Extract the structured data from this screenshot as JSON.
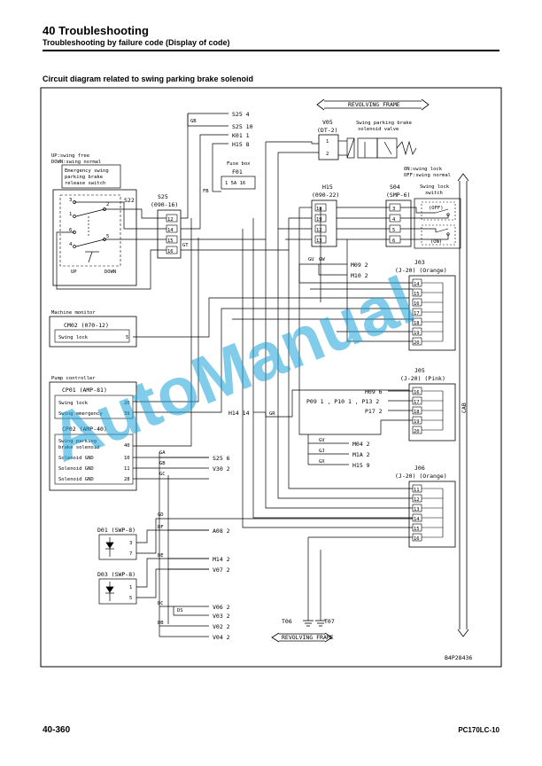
{
  "header": {
    "title": "40 Troubleshooting",
    "subtitle": "Troubleshooting by failure code (Display of code)"
  },
  "section_title": "Circuit diagram related to swing parking brake solenoid",
  "footer": {
    "page": "40-360",
    "model": "PC170LC-10"
  },
  "watermark": "AutoManual",
  "diagram": {
    "drawing_no": "B4P28436",
    "cab_label": "CAB",
    "revolving_frame_top": "REVOLVING FRAME",
    "revolving_frame_bottom": "REVOLVING FRAME",
    "switch_note": [
      "UP:swing free",
      "DOWN:swing normal"
    ],
    "switch_title": [
      "Emergency swing",
      "parking brake",
      "release switch"
    ],
    "switch_up": "UP",
    "switch_down": "DOWN",
    "s22": "S22",
    "s25": {
      "name": "S25",
      "conn": "(090-16)",
      "pins": [
        "12",
        "14",
        "15",
        "16"
      ]
    },
    "top_refs": [
      {
        "name": "S25",
        "pin": "4"
      },
      {
        "name": "S25",
        "pin": "10"
      },
      {
        "name": "K01",
        "pin": "1"
      },
      {
        "name": "H15",
        "pin": "8"
      }
    ],
    "fuse": {
      "title": "Fuse box",
      "name": "F01",
      "left": "1",
      "rating": "5A",
      "right": "16"
    },
    "v05": {
      "name": "V05",
      "conn": "(DT-2)",
      "label": [
        "Swing parking brake",
        "solenoid valve"
      ],
      "pins": [
        "1",
        "2"
      ]
    },
    "h15": {
      "name": "H15",
      "conn": "(090-22)",
      "pins": [
        "18",
        "19",
        "12",
        "13"
      ]
    },
    "s04": {
      "name": "S04",
      "conn": "(SMP-6)",
      "pins": [
        "3",
        "4",
        "5",
        "6"
      ],
      "note": [
        "ON:swing lock",
        "OFF:swing normal"
      ],
      "title": [
        "Swing lock",
        "switch"
      ],
      "off": "(OFF)",
      "on": "(ON)"
    },
    "j03": {
      "name": "J03",
      "conn": "(J-20) (Orange)",
      "pins": [
        "14",
        "15",
        "16",
        "17",
        "18",
        "19",
        "20"
      ]
    },
    "j05": {
      "name": "J05",
      "conn": "(J-20) (Pink)",
      "pins": [
        "16",
        "17",
        "18",
        "19",
        "20"
      ]
    },
    "j06": {
      "name": "J06",
      "conn": "(J-20) (Orange)",
      "pins": [
        "11",
        "12",
        "13",
        "14",
        "15",
        "16"
      ]
    },
    "machine_monitor": {
      "title": "Machine monitor",
      "name": "CM02 (070-12)",
      "row": "Swing lock",
      "pin": "5"
    },
    "pump_controller": {
      "title": "Pump controller",
      "cp01": {
        "name": "CP01 (AMP-81)",
        "rows": [
          {
            "label": "Swing lock",
            "pin": "20"
          },
          {
            "label": "Swing emergency",
            "pin": "39"
          }
        ]
      },
      "cp02": {
        "name": "CP02 (AMP-40)",
        "rows": [
          {
            "label": "Swing parking\nbrake solenoid",
            "pin": "40"
          },
          {
            "label": "Solenoid GND",
            "pin": "10"
          },
          {
            "label": "Solenoid GND",
            "pin": "11"
          },
          {
            "label": "Solenoid GND",
            "pin": "28"
          }
        ]
      }
    },
    "d01": {
      "name": "D01 (SWP-8)",
      "pins": [
        "3",
        "7"
      ]
    },
    "d03": {
      "name": "D03 (SWP-8)",
      "pins": [
        "1",
        "5"
      ]
    },
    "wire_labels": [
      "GB",
      "FB",
      "GT",
      "GU",
      "GW",
      "GA",
      "GB",
      "GC",
      "GD",
      "DF",
      "DE",
      "DC",
      "DB",
      "DS",
      "GV",
      "GJ",
      "GX",
      "GR"
    ],
    "right_refs": [
      {
        "name": "M09",
        "pin": "2"
      },
      {
        "name": "M10",
        "pin": "2"
      },
      {
        "name": "H09",
        "pin": "6"
      },
      {
        "name": "P09 1 , P10 1 , P13",
        "pin": "2"
      },
      {
        "name": "P17",
        "pin": "2"
      },
      {
        "name": "M04",
        "pin": "2"
      },
      {
        "name": "M1A",
        "pin": "2"
      },
      {
        "name": "H15",
        "pin": "9"
      }
    ],
    "h14": {
      "name": "H14",
      "pin": "14"
    },
    "mid_refs": [
      {
        "name": "S25",
        "pin": "6"
      },
      {
        "name": "V30",
        "pin": "2"
      },
      {
        "name": "A08",
        "pin": "2"
      },
      {
        "name": "M14",
        "pin": "2"
      },
      {
        "name": "V07",
        "pin": "2"
      },
      {
        "name": "V06",
        "pin": "2"
      },
      {
        "name": "V03",
        "pin": "2"
      },
      {
        "name": "V02",
        "pin": "2"
      },
      {
        "name": "V04",
        "pin": "2"
      }
    ],
    "grounds": [
      "T06",
      "T07"
    ]
  }
}
